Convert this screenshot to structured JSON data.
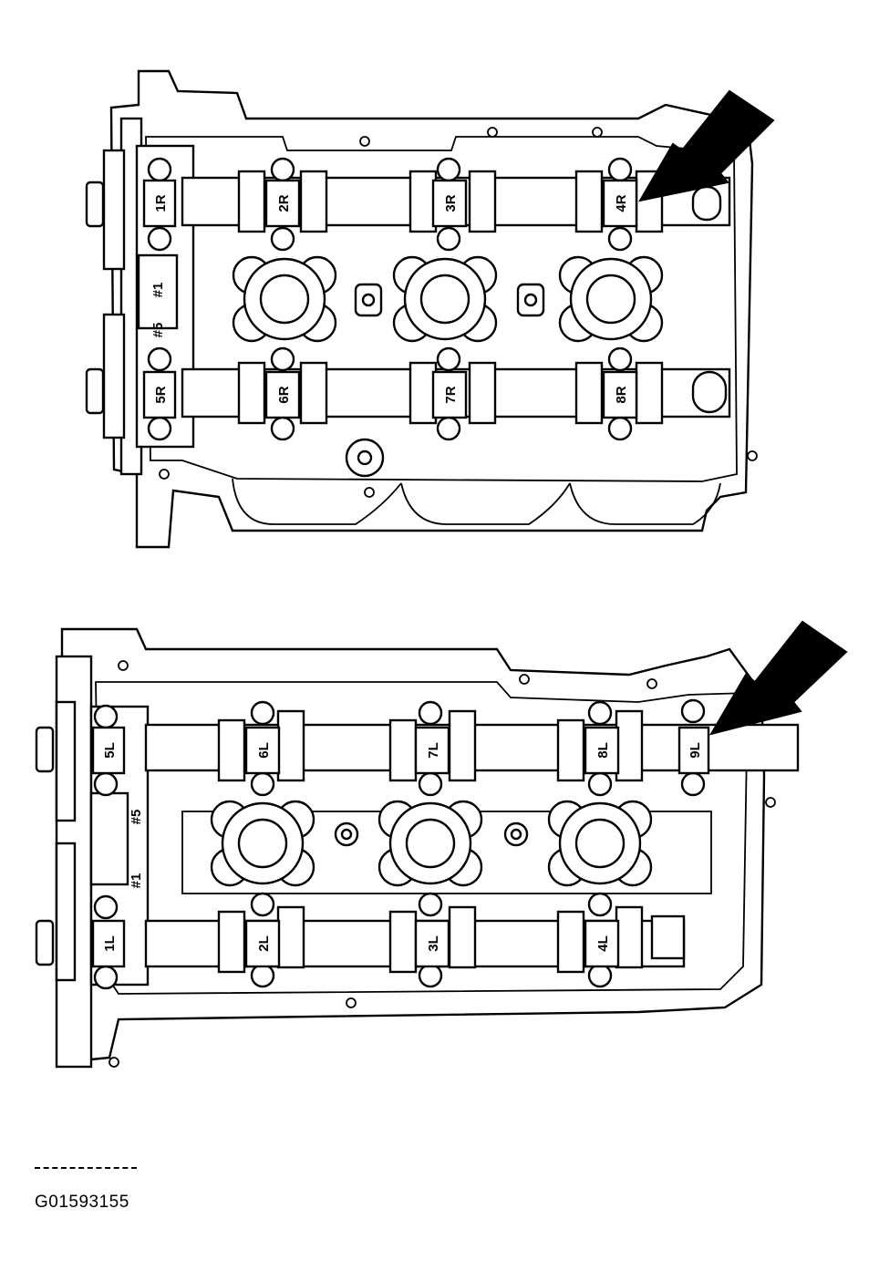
{
  "figure_id": "G01593155",
  "colors": {
    "line": "#000000",
    "background": "#ffffff",
    "arrow": "#000000"
  },
  "right_head": {
    "camshaft_caps": [
      "1R",
      "2R",
      "3R",
      "4R",
      "5R",
      "6R",
      "7R",
      "8R"
    ],
    "cylinder_marks": [
      "#1",
      "#5"
    ]
  },
  "left_head": {
    "camshaft_caps": [
      "5L",
      "6L",
      "7L",
      "8L",
      "9L",
      "1L",
      "2L",
      "3L",
      "4L"
    ],
    "cylinder_marks": [
      "#5",
      "#1"
    ]
  }
}
